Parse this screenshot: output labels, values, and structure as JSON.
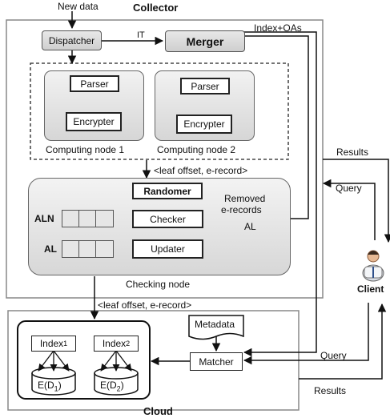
{
  "collector": {
    "title": "Collector",
    "input_label": "New data",
    "dispatcher": "Dispatcher",
    "it_label": "IT",
    "merger": "Merger",
    "index_oas_label": "Index+OAs",
    "computing_nodes": [
      {
        "parser": "Parser",
        "encrypter": "Encrypter",
        "label": "Computing node 1"
      },
      {
        "parser": "Parser",
        "encrypter": "Encrypter",
        "label": "Computing node 2"
      }
    ],
    "transfer_label": "<leaf offset, e-record>",
    "checking_node": {
      "label": "Checking node",
      "randomer": "Randomer",
      "checker": "Checker",
      "updater": "Updater",
      "aln_label": "ALN",
      "al_label": "AL",
      "removed_label_line1": "Removed",
      "removed_label_line2": "e-records",
      "removed_label_line3": "AL"
    }
  },
  "cloud": {
    "title": "Cloud",
    "transfer_label": "<leaf offset, e-record>",
    "metadata": "Metadata",
    "matcher": "Matcher",
    "indexes": [
      {
        "name": "Index",
        "sub": "1",
        "data": "E(D",
        "data_sub": "1",
        "data_close": ")"
      },
      {
        "name": "Index",
        "sub": "2",
        "data": "E(D",
        "data_sub": "2",
        "data_close": ")"
      }
    ]
  },
  "client": {
    "label": "Client",
    "results_top": "Results",
    "query_top": "Query",
    "query_bottom": "Query",
    "results_bottom": "Results"
  }
}
